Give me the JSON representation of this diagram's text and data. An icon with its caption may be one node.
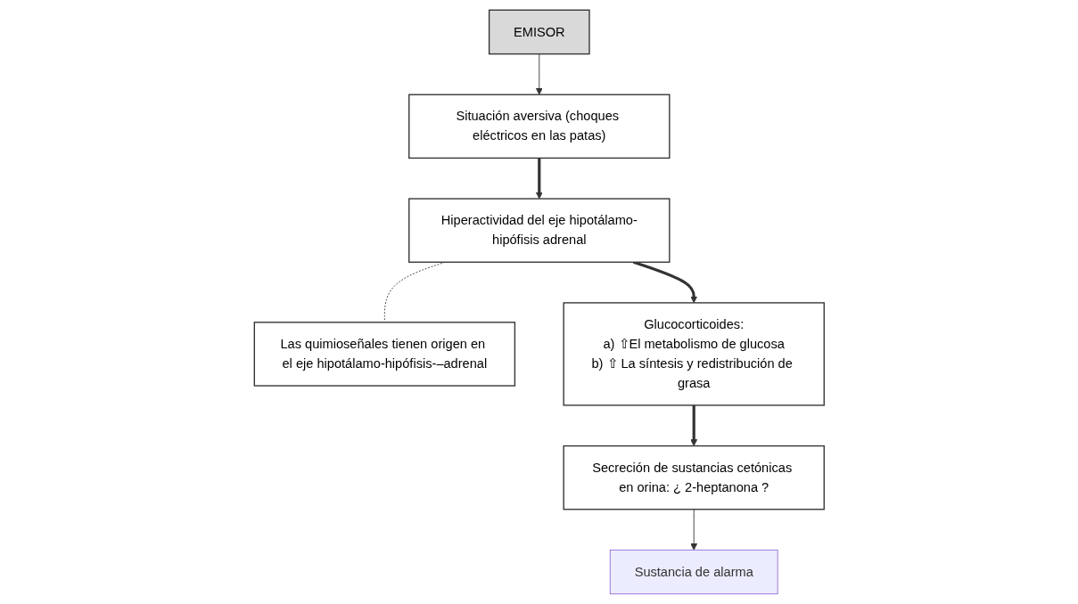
{
  "diagram": {
    "nodes": [
      {
        "text": [
          "EMISOR"
        ]
      },
      {
        "text": [
          "Situación aversiva (choques eléctricos en las patas)"
        ]
      },
      {
        "text": [
          "Hiperactividad del eje hipotálamo-hipófisis adrenal"
        ]
      },
      {
        "text": [
          "Las quimioseñales tienen origen en el eje hipotálamo-hipófisis-–adrenal"
        ]
      },
      {
        "text": [
          "Glucocorticoides:",
          "a) ⇧El metabolismo de glucosa",
          "b) ⇧ La síntesis y redistribución de grasa"
        ]
      },
      {
        "text": [
          "Secreción de sustancias cetónicas en orina: ¿ 2-heptanona ?"
        ]
      },
      {
        "text": [
          "Sustancia de alarma"
        ]
      }
    ],
    "edges": [
      {
        "from": 0,
        "to": 1,
        "arrow": "to"
      },
      {
        "from": 1,
        "to": 2,
        "arrow": "to",
        "style": "thick"
      },
      {
        "from": 2,
        "to": 3,
        "arrow": "none",
        "style": "dashed"
      },
      {
        "from": 2,
        "to": 4,
        "arrow": "to",
        "style": "thick"
      },
      {
        "from": 4,
        "to": 5,
        "arrow": "to",
        "style": "thick"
      },
      {
        "from": 5,
        "to": 6,
        "arrow": "to"
      }
    ]
  }
}
